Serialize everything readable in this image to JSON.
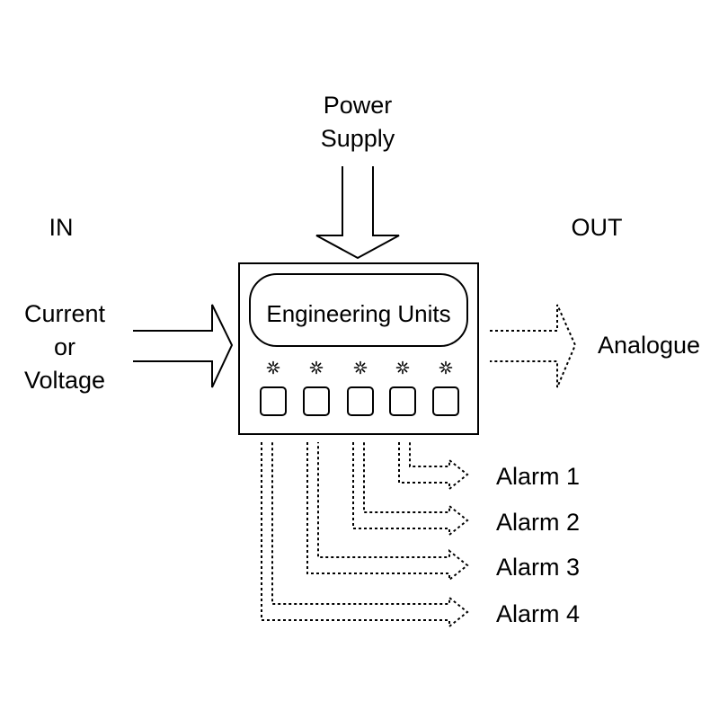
{
  "labels": {
    "power_line1": "Power",
    "power_line2": "Supply",
    "in": "IN",
    "out": "OUT",
    "input_line1": "Current",
    "input_line2": "or",
    "input_line3": "Voltage",
    "output": "Analogue",
    "display": "Engineering Units"
  },
  "alarms": [
    "Alarm 1",
    "Alarm 2",
    "Alarm 3",
    "Alarm 4"
  ],
  "colors": {
    "stroke": "#000000",
    "background": "#ffffff"
  }
}
